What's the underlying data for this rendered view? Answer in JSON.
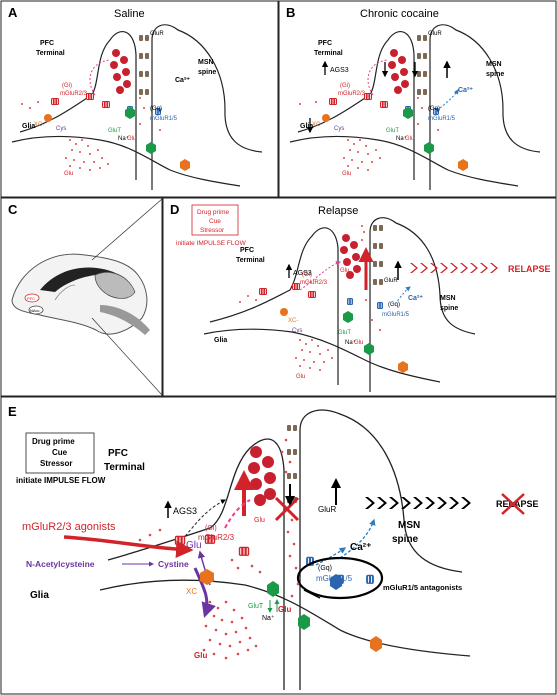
{
  "panels": {
    "A": {
      "letter": "A",
      "title": "Saline",
      "pfc_terminal": [
        "PFC",
        "Terminal"
      ],
      "msn_spine": [
        "MSN",
        "spine"
      ],
      "glia": "Glia",
      "glur": "GluR",
      "ca": "Ca²⁺",
      "mglur23": "mGluR2/3",
      "gi": "(Gi)",
      "gq": "(Gq)",
      "mglur15": "mGluR1/5",
      "xc": "XC-",
      "cys": "Cys",
      "glut": "GluT",
      "na": "Na⁺",
      "glu": "Glu"
    },
    "B": {
      "letter": "B",
      "title": "Chronic cocaine",
      "pfc_terminal": [
        "PFC",
        "Terminal"
      ],
      "msn_spine": [
        "MSN",
        "spine"
      ],
      "glia": "Glia",
      "glur": "GluR",
      "ags3": "AGS3",
      "ca": "Ca²⁺",
      "mglur23": "mGluR2/3",
      "gi": "(Gi)",
      "gq": "(Gq)",
      "mglur15": "mGluR1/5",
      "xc": "XC-",
      "cys": "Cys",
      "glut": "GluT",
      "na": "Na⁺",
      "glu": "Glu"
    },
    "C": {
      "letter": "C",
      "pfc": "PFC",
      "nacc": "NAcc"
    },
    "D": {
      "letter": "D",
      "title": "Relapse",
      "box_lines": [
        "Drug prime",
        "Cue",
        "Stressor"
      ],
      "impulse": "initiate IMPULSE FLOW",
      "pfc_terminal": [
        "PFC",
        "Terminal"
      ],
      "msn_spine": [
        "MSN",
        "spine"
      ],
      "glia": "Glia",
      "glur": "GluR",
      "ags3": "AGS3",
      "ca": "Ca²⁺",
      "mglur23": "mGluR2/3",
      "gi": "(Gi)",
      "gq": "(Gq)",
      "mglur15": "mGluR1/5",
      "xc": "XC-",
      "cys": "Cys",
      "glut": "GluT",
      "na": "Na⁺",
      "glu": "Glu",
      "relapse": "RELAPSE"
    },
    "E": {
      "letter": "E",
      "box_lines": [
        "Drug prime",
        "Cue",
        "Stressor"
      ],
      "impulse": "initiate IMPULSE FLOW",
      "pfc_terminal": [
        "PFC",
        "Terminal"
      ],
      "msn_spine": [
        "MSN",
        "spine"
      ],
      "glia": "Glia",
      "glur": "GluR",
      "ags3": "AGS3",
      "ca": "Ca²⁺",
      "mglur23": "mGluR2/3",
      "gi": "(Gi)",
      "gq": "(Gq)",
      "mglur15": "mGluR1/5",
      "agonists": "mGluR2/3 agonists",
      "nac": "N-Acetylcysteine",
      "cystine": "Cystine",
      "xc": "XC",
      "glut": "GluT",
      "na": "Na⁺",
      "glu": "Glu",
      "relapse": "RELAPSE",
      "antagonists": "mGluR1/5 antagonists"
    }
  },
  "colors": {
    "red": "#d2232a",
    "pink": "#e8418c",
    "blue": "#2b7bc0",
    "navy": "#1f3f7a",
    "green": "#1a9a48",
    "orange": "#e8731f",
    "purple": "#6a35a0",
    "brown": "#7a6a55",
    "dot": "#d94a4a"
  }
}
